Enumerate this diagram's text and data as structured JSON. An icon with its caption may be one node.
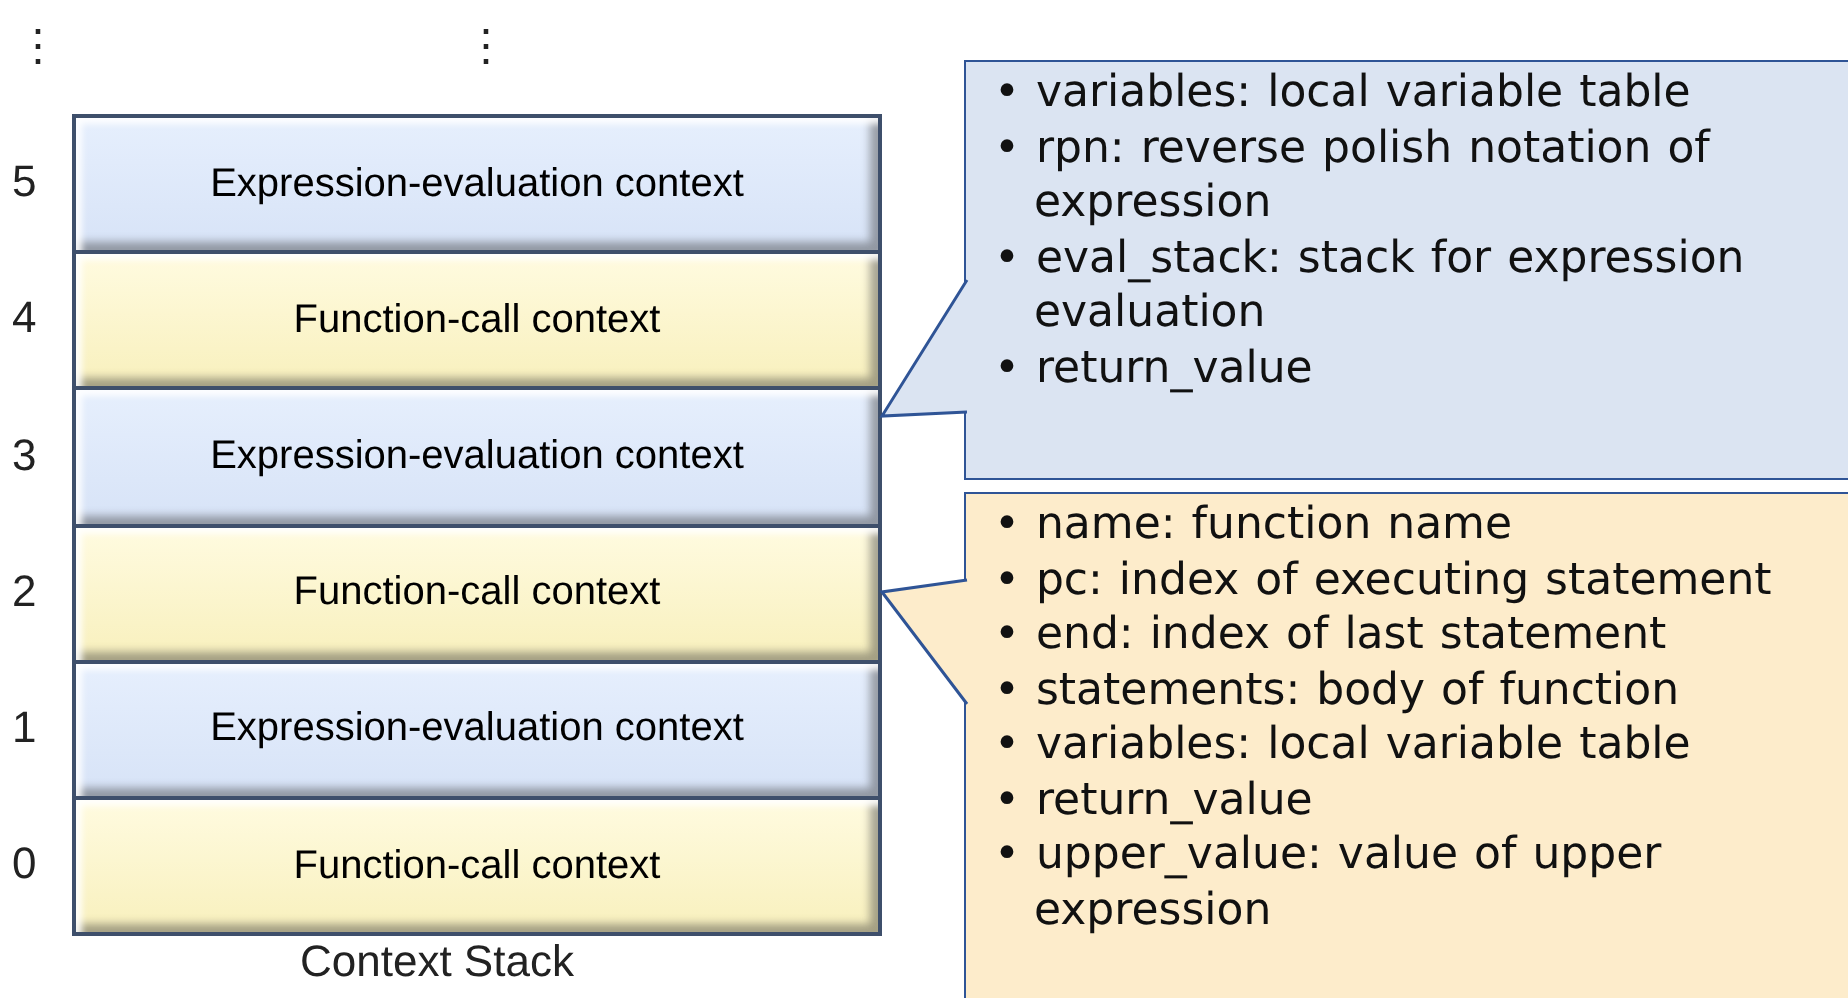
{
  "diagram": {
    "nodes": [
      {
        "text": [
          "Expression-evaluation context"
        ],
        "beside": [
          "5"
        ]
      },
      {
        "text": [
          "Function-call context"
        ],
        "beside": [
          "4"
        ]
      },
      {
        "text": [
          "Expression-evaluation context"
        ],
        "beside": [
          "3"
        ]
      },
      {
        "text": [
          "Function-call context"
        ],
        "beside": [
          "2"
        ]
      },
      {
        "text": [
          "Expression-evaluation context"
        ],
        "beside": [
          "1"
        ]
      },
      {
        "text": [
          "Function-call context"
        ],
        "beside": [
          "0"
        ]
      },
      {
        "text": [
          "• variables: local variable table",
          "• rpn: reverse polish notation of expression",
          "• eval_stack: stack for expression evaluation",
          "• return_value"
        ]
      },
      {
        "text": [
          "• name: function name",
          "• pc: index of executing statement",
          "• end: index of last statement",
          "• statements: body of function",
          "• variables: local variable table",
          "• return_value",
          "• upper_value: value of upper expression"
        ]
      }
    ],
    "edges": [
      {
        "from": 6,
        "to": 2,
        "arrow": "none"
      },
      {
        "from": 7,
        "to": 3,
        "arrow": "none"
      }
    ],
    "labels": [
      "⋮",
      "⋮",
      "Context Stack"
    ]
  }
}
